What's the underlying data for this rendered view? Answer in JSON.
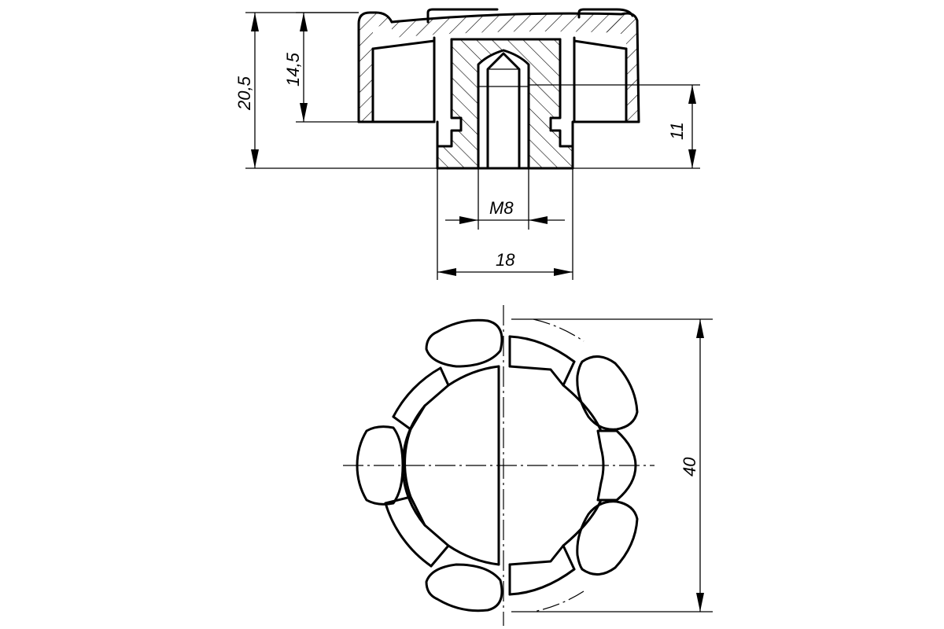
{
  "section_view": {
    "dimensions": {
      "overall_height": "20,5",
      "lobe_height": "14,5",
      "thread_depth": "11",
      "thread": "M8",
      "hub_diameter": "18"
    }
  },
  "plan_view": {
    "dimensions": {
      "outer_diameter": "40"
    }
  },
  "colors": {
    "line": "#000000",
    "background": "#ffffff"
  }
}
